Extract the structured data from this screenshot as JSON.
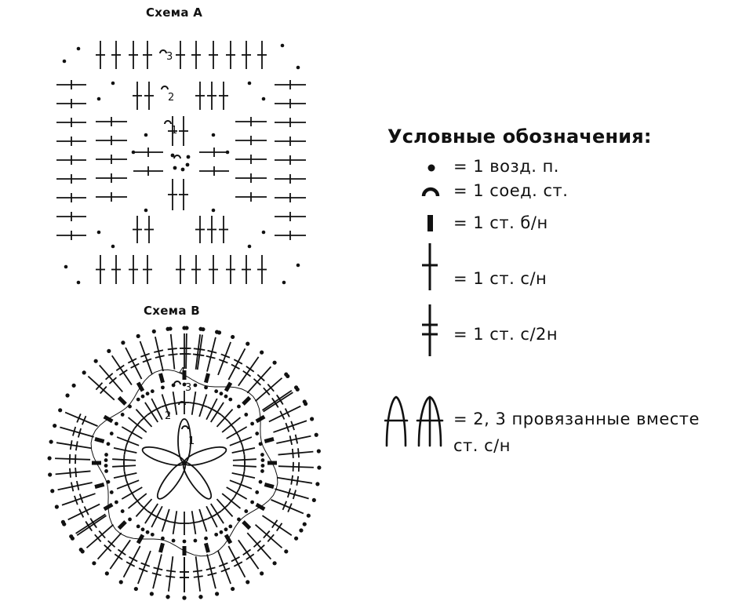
{
  "schemes": {
    "a": {
      "title": "Схема A",
      "round_numbers": [
        "1",
        "2",
        "3"
      ]
    },
    "b": {
      "title": "Схема B",
      "round_numbers": [
        "1",
        "2",
        "3",
        "4"
      ]
    }
  },
  "legend": {
    "heading": "Условные обозначения:",
    "items": [
      {
        "symbol": "chain-stitch-icon",
        "text": "= 1 возд. п."
      },
      {
        "symbol": "slip-stitch-icon",
        "text": "= 1 соед. ст."
      },
      {
        "symbol": "single-crochet-icon",
        "text": "= 1 ст. б/н"
      },
      {
        "symbol": "double-crochet-icon",
        "text": "= 1 ст. с/н"
      },
      {
        "symbol": "treble-crochet-icon",
        "text": "= 1 ст. с/2н"
      },
      {
        "symbol": "cluster-icon",
        "text": "= 2, 3 провязанные вместе",
        "text2": "ст. с/н"
      }
    ]
  }
}
